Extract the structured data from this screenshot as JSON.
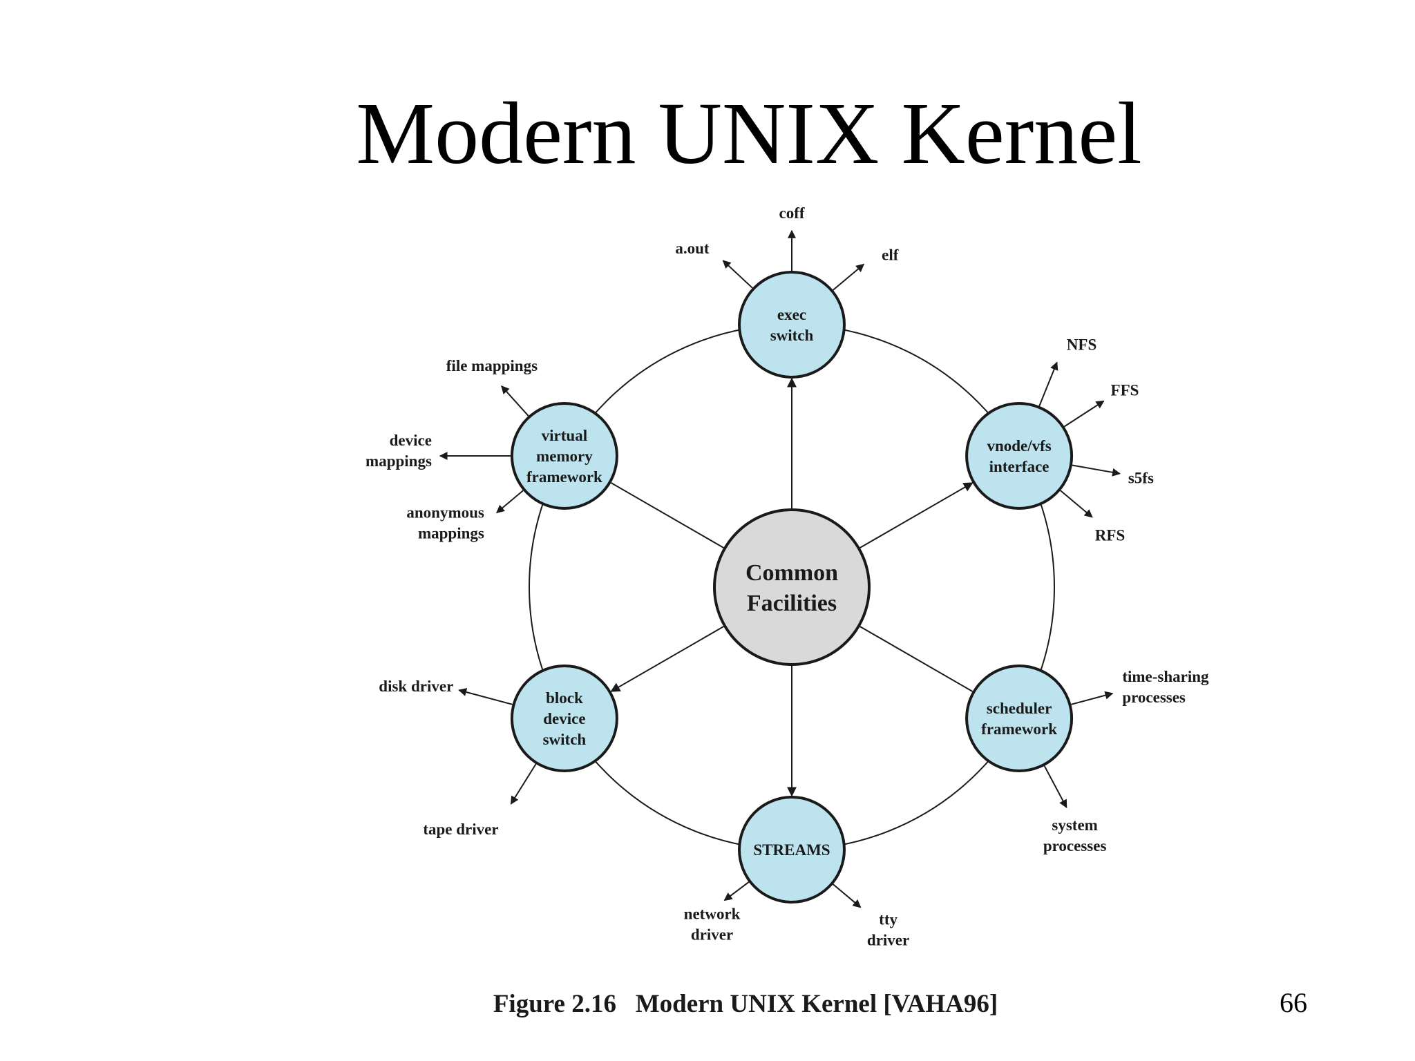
{
  "slide": {
    "title": "Modern UNIX Kernel",
    "page_number": "66",
    "caption": "Figure 2.16   Modern UNIX Kernel [VAHA96]"
  },
  "colors": {
    "node_fill": "#bde3ee",
    "center_fill": "#d9d9d9",
    "stroke": "#1a1a1a"
  },
  "diagram": {
    "center": {
      "id": "common-facilities",
      "lines": [
        "Common",
        "Facilities"
      ]
    },
    "nodes": [
      {
        "id": "exec-switch",
        "lines": [
          "exec",
          "switch"
        ],
        "center_link": "arrow-to-node",
        "leaves": [
          {
            "id": "a-out",
            "lines": [
              "a.out"
            ]
          },
          {
            "id": "coff",
            "lines": [
              "coff"
            ]
          },
          {
            "id": "elf",
            "lines": [
              "elf"
            ]
          }
        ]
      },
      {
        "id": "vnode-vfs-interface",
        "lines": [
          "vnode/vfs",
          "interface"
        ],
        "center_link": "arrow-to-node",
        "leaves": [
          {
            "id": "nfs",
            "lines": [
              "NFS"
            ]
          },
          {
            "id": "ffs",
            "lines": [
              "FFS"
            ]
          },
          {
            "id": "s5fs",
            "lines": [
              "s5fs"
            ]
          },
          {
            "id": "rfs",
            "lines": [
              "RFS"
            ]
          }
        ]
      },
      {
        "id": "scheduler-framework",
        "lines": [
          "scheduler",
          "framework"
        ],
        "center_link": "line",
        "leaves": [
          {
            "id": "time-sharing-processes",
            "lines": [
              "time-sharing",
              "processes"
            ]
          },
          {
            "id": "system-processes",
            "lines": [
              "system",
              "processes"
            ]
          }
        ]
      },
      {
        "id": "streams",
        "lines": [
          "STREAMS"
        ],
        "center_link": "arrow-to-node",
        "leaves": [
          {
            "id": "network-driver",
            "lines": [
              "network",
              "driver"
            ]
          },
          {
            "id": "tty-driver",
            "lines": [
              "tty",
              "driver"
            ]
          }
        ]
      },
      {
        "id": "block-device-switch",
        "lines": [
          "block",
          "device",
          "switch"
        ],
        "center_link": "arrow-to-node",
        "leaves": [
          {
            "id": "disk-driver",
            "lines": [
              "disk driver"
            ]
          },
          {
            "id": "tape-driver",
            "lines": [
              "tape driver"
            ]
          }
        ]
      },
      {
        "id": "virtual-memory-framework",
        "lines": [
          "virtual",
          "memory",
          "framework"
        ],
        "center_link": "line",
        "leaves": [
          {
            "id": "file-mappings",
            "lines": [
              "file mappings"
            ]
          },
          {
            "id": "device-mappings",
            "lines": [
              "device",
              "mappings"
            ]
          },
          {
            "id": "anonymous-mappings",
            "lines": [
              "anonymous",
              "mappings"
            ]
          }
        ]
      }
    ]
  }
}
